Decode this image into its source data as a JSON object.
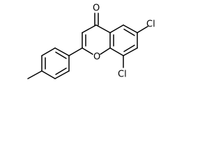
{
  "molecule": {
    "atoms": {
      "ring_oxygen": "O",
      "carbonyl_oxygen": "O",
      "chloro_6": "Cl",
      "chloro_8": "Cl"
    },
    "colors": {
      "bond": "#000000",
      "label": "#000000",
      "background": "#ffffff"
    }
  }
}
